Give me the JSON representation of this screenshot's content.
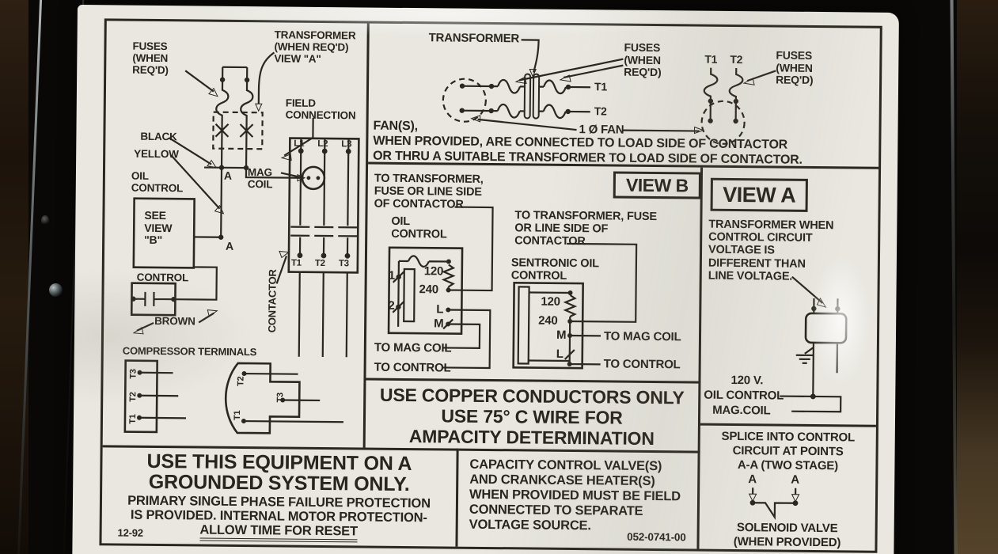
{
  "label": {
    "wiring": {
      "fuses": "FUSES\n(WHEN\nREQ'D)",
      "transformer": "TRANSFORMER\n(WHEN REQ'D)\nVIEW \"A\"",
      "field_connection": "FIELD\nCONNECTION",
      "black": "BLACK",
      "yellow": "YELLOW",
      "oil_control": "OIL\nCONTROL",
      "see_view_b": "SEE\nVIEW\n\"B\"",
      "a_upper": "A",
      "a_lower": "A",
      "mag_coil": "MAG\nCOIL",
      "control": "CONTROL",
      "brown": "BROWN",
      "contactor": "CONTACTOR",
      "compressor_terminals": "COMPRESSOR TERMINALS",
      "l1": "L1",
      "l2": "L2",
      "l3": "L3",
      "t1": "T1",
      "t2": "T2",
      "t3": "T3",
      "term_t1": "T1",
      "term_t2": "T2",
      "term_t3": "T3",
      "plug_t1": "T1",
      "plug_t2": "T2",
      "plug_t3": "T3"
    },
    "fan": {
      "transformer": "TRANSFORMER",
      "fuses": "FUSES\n(WHEN\nREQ'D)",
      "t1": "T1",
      "t2": "T2",
      "phase_fan": "1 Ø FAN",
      "right_t1": "T1",
      "right_t2": "T2",
      "right_fuses": "FUSES\n(WHEN\nREQ'D)",
      "note1": "FAN(S),",
      "note2": "WHEN PROVIDED, ARE CONNECTED TO LOAD SIDE OF CONTACTOR",
      "note3": "OR THRU A SUITABLE TRANSFORMER TO LOAD SIDE OF CONTACTOR."
    },
    "view_b": {
      "header": "VIEW B",
      "left": {
        "feed": "TO TRANSFORMER,\nFUSE OR LINE SIDE\nOF CONTACTOR",
        "title": "OIL\nCONTROL",
        "n1": "1",
        "n2": "2",
        "v120": "120",
        "v240": "240",
        "l": "L",
        "m": "M",
        "to_mag_coil": "TO MAG COIL",
        "to_control": "TO CONTROL"
      },
      "right": {
        "feed": "TO TRANSFORMER, FUSE\nOR LINE SIDE OF\nCONTACTOR",
        "title": "SENTRONIC OIL\nCONTROL",
        "v120": "120",
        "v240": "240",
        "m": "M",
        "l": "L",
        "to_mag_coil": "TO MAG COIL",
        "to_control": "TO CONTROL"
      }
    },
    "view_a": {
      "header": "VIEW A",
      "description": "TRANSFORMER WHEN\nCONTROL CIRCUIT\nVOLTAGE IS\nDIFFERENT THAN\nLINE VOLTAGE.",
      "v120": "120 V.",
      "oil_control": "OIL CONTROL",
      "mag_coil": "MAG.COIL"
    },
    "copper": {
      "line1": "USE COPPER CONDUCTORS ONLY",
      "line2": "USE 75° C WIRE FOR",
      "line3": "AMPACITY DETERMINATION"
    },
    "grounded": {
      "line1": "USE THIS EQUIPMENT ON A",
      "line2": "GROUNDED SYSTEM ONLY.",
      "line3": "PRIMARY SINGLE PHASE FAILURE PROTECTION",
      "line4": "IS PROVIDED. INTERNAL MOTOR PROTECTION-",
      "line5": "ALLOW TIME FOR RESET",
      "date_code": "12-92"
    },
    "capacity": {
      "line1": "CAPACITY CONTROL VALVE(S)",
      "line2": "AND CRANKCASE HEATER(S)",
      "line3": "WHEN PROVIDED MUST BE FIELD",
      "line4": "CONNECTED TO SEPARATE",
      "line5": "VOLTAGE SOURCE.",
      "part_number": "052-0741-00"
    },
    "splice": {
      "line1": "SPLICE INTO CONTROL",
      "line2": "CIRCUIT AT POINTS",
      "line3": "A-A (TWO STAGE)",
      "a_left": "A",
      "a_right": "A",
      "line4": "SOLENOID VALVE",
      "line5": "(WHEN PROVIDED)"
    },
    "colors": {
      "label_bg": "#e9e7e0",
      "ink": "#2a271f",
      "photo_bg": "#0a0807",
      "wood": "#41321e"
    }
  }
}
